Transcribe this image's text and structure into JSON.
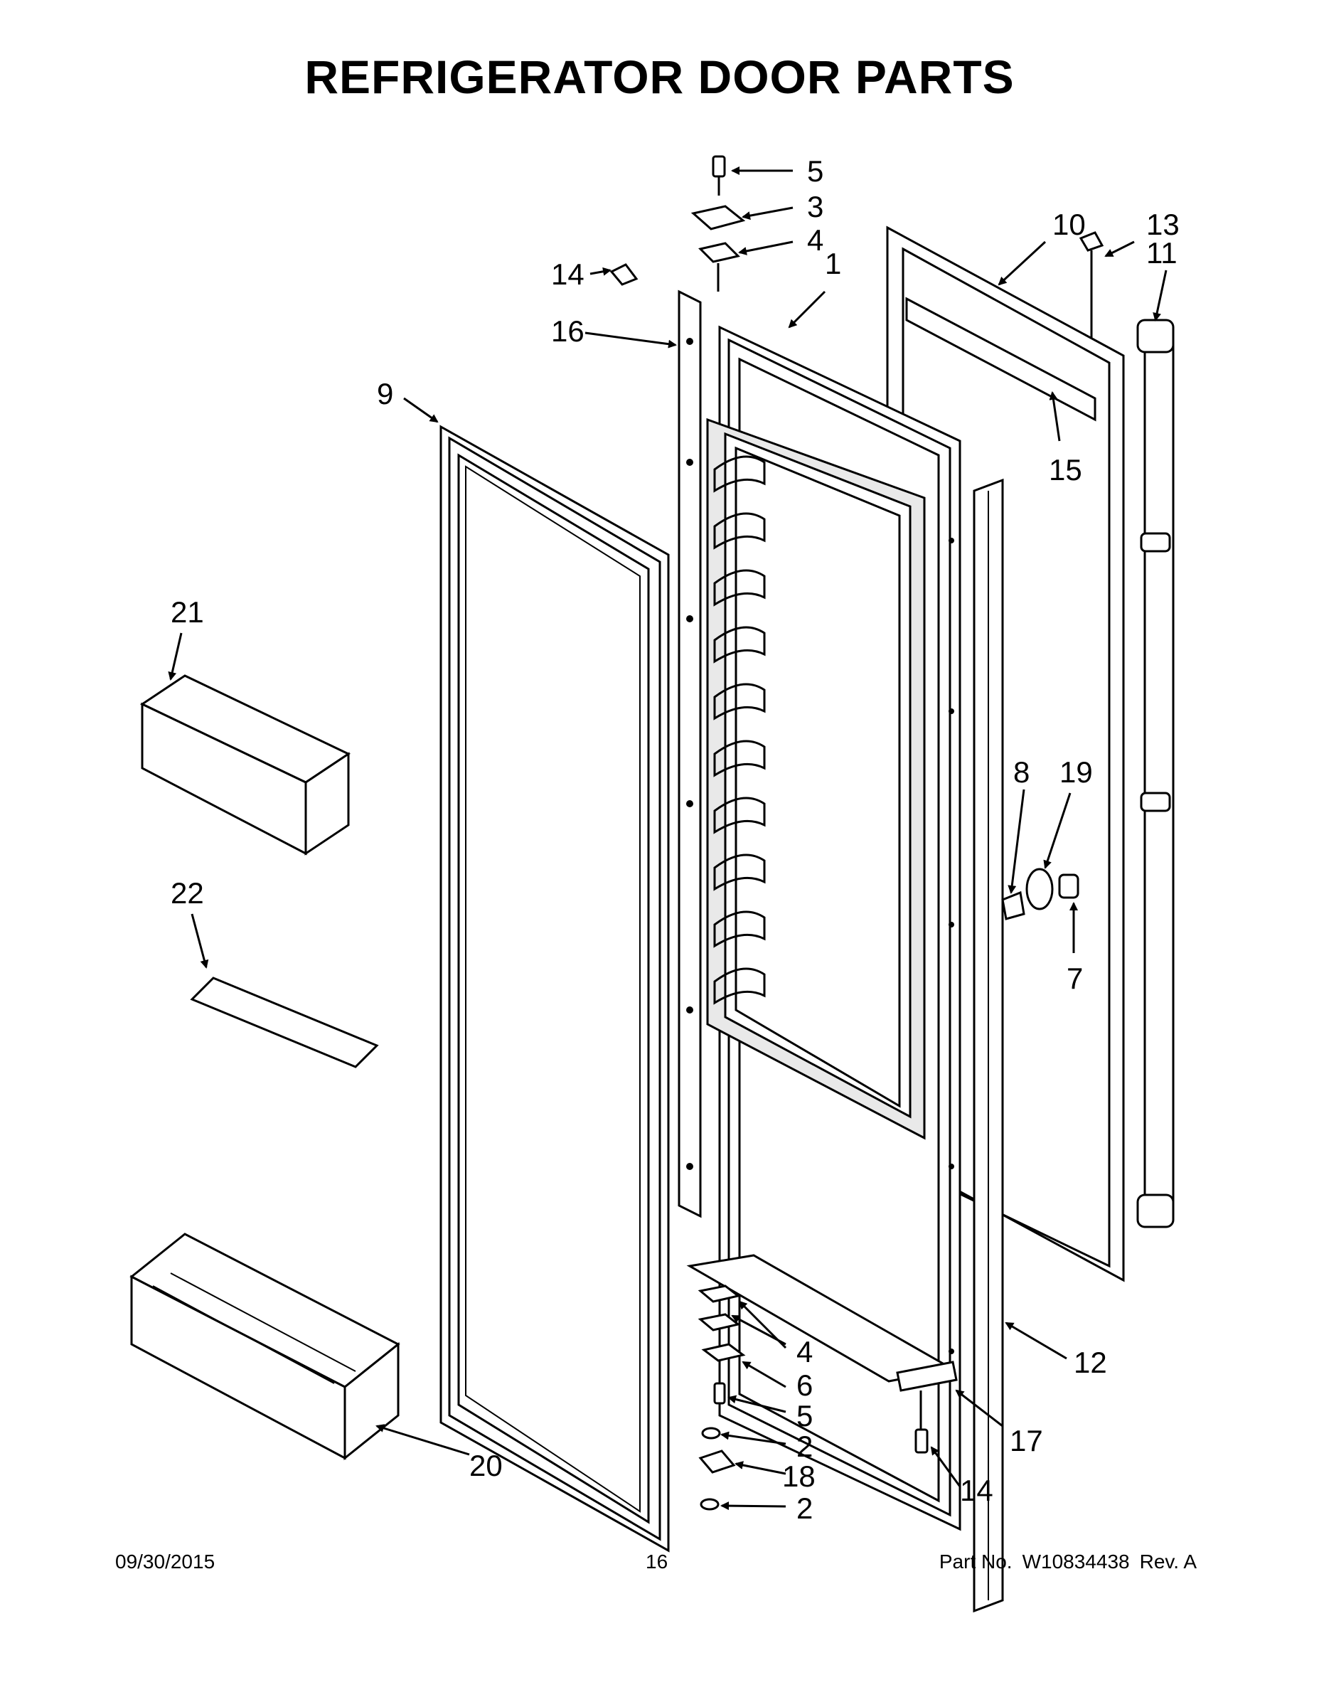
{
  "title": "REFRIGERATOR DOOR PARTS",
  "callouts": {
    "c5_top": "5",
    "c3": "3",
    "c4_top": "4",
    "c14_top": "14",
    "c1": "1",
    "c16": "16",
    "c10": "10",
    "c13": "13",
    "c11": "11",
    "c15": "15",
    "c9": "9",
    "c21": "21",
    "c22": "22",
    "c8": "8",
    "c19": "19",
    "c7": "7",
    "c12": "12",
    "c4_bot": "4",
    "c6": "6",
    "c5_bot": "5",
    "c2_a": "2",
    "c18": "18",
    "c2_b": "2",
    "c17": "17",
    "c14_bot": "14",
    "c20": "20"
  },
  "footer": {
    "date": "09/30/2015",
    "page": "16",
    "part_label": "Part No.",
    "part_number": "W10834438",
    "rev": "Rev. A"
  }
}
